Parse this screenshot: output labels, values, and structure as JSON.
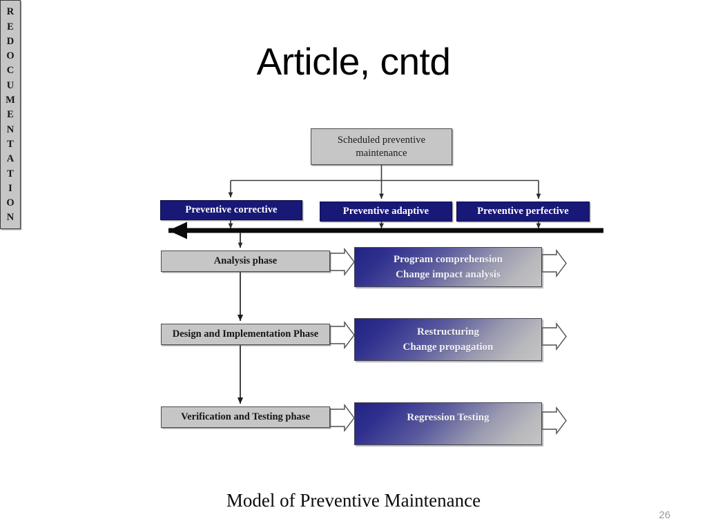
{
  "slide": {
    "title": "Article, cntd",
    "caption": "Model of Preventive Maintenance",
    "page_number": "26"
  },
  "colors": {
    "navy_box": "#181877",
    "grey_box": "#c6c6c6",
    "grad_start": "#232383",
    "grad_end": "#c4c4c4",
    "outline": "#3a3a3a",
    "page_number_text": "#9a9a9a"
  },
  "diagram": {
    "root": {
      "label": "Scheduled preventive maintenance",
      "line1": "Scheduled preventive",
      "line2": "maintenance"
    },
    "categories": [
      {
        "label": "Preventive corrective"
      },
      {
        "label": "Preventive adaptive"
      },
      {
        "label": "Preventive perfective"
      }
    ],
    "phases": [
      {
        "label": "Analysis phase"
      },
      {
        "label": "Design and Implementation Phase"
      },
      {
        "label": "Verification and Testing phase"
      }
    ],
    "activities": [
      {
        "line1": "Program comprehension",
        "line2": "Change impact analysis"
      },
      {
        "line1": "Restructuring",
        "line2": "Change propagation"
      },
      {
        "line1": "Regression Testing",
        "line2": ""
      }
    ],
    "redocumentation": {
      "label": "REDOCUMENTATION",
      "letters": [
        "R",
        "E",
        "D",
        "O",
        "C",
        "U",
        "M",
        "E",
        "N",
        "T",
        "A",
        "T",
        "I",
        "O",
        "N"
      ]
    }
  }
}
